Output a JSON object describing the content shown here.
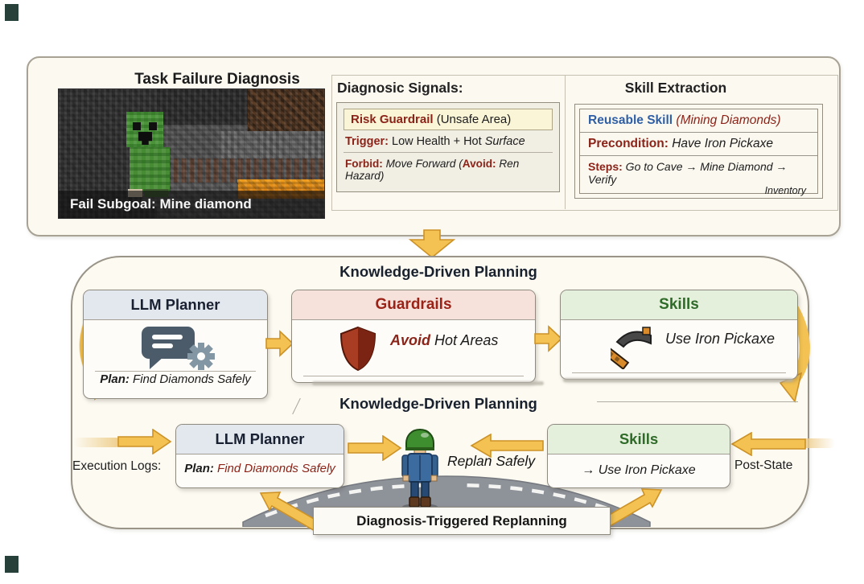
{
  "diagnosis": {
    "title": "Task Failure Diagnosis",
    "image_caption": "Fail Subgoal: Mine diamond",
    "signals": {
      "heading": "Diagnosic Signals:",
      "risk_label": "Risk Guardrail",
      "risk_detail": " (Unsafe Area)",
      "trigger_label": "Trigger:",
      "trigger_plain": " Low Health + Hot ",
      "trigger_italic": "Surface",
      "forbid_label": "Forbid:",
      "forbid_italic": " Move Forward (",
      "avoid_label": "Avoid:",
      "avoid_italic": " Ren Hazard)"
    },
    "skill_extraction": {
      "heading": "Skill Extraction",
      "reusable_label": "Reusable Skill",
      "reusable_name": " (Mining Diamonds)",
      "precondition_label": "Precondition:",
      "precondition_text": " Have Iron Pickaxe",
      "steps_label": "Steps:",
      "steps_text": " Go to Cave → Mine Diamond → Verify",
      "steps_tail": "Inventory"
    }
  },
  "planning_top": {
    "title": "Knowledge-Driven Planning",
    "planner_title": "LLM Planner",
    "plan_label": "Plan:",
    "plan_text": " Find Diamonds Safely",
    "guardrails_title": "Guardrails",
    "avoid_label": "Avoid",
    "avoid_text": " Hot Areas",
    "skills_title": "Skills",
    "skills_text": "Use Iron Pickaxe"
  },
  "planning_bottom": {
    "title": "Knowledge-Driven Planning",
    "execution_logs": "Execution Logs:",
    "planner_title": "LLM Planner",
    "plan_label": "Plan:",
    "plan_text": " Find Diamonds Safely",
    "replan": "Replan Safely",
    "skills_title": "Skills",
    "skills_text": "→ Use Iron Pickaxe",
    "post_state": "Post-State",
    "replanning": "Diagnosis-Triggered Replanning"
  },
  "colors": {
    "accent_arrow": "#F3C252",
    "danger_text": "#8C2318",
    "reusable_blue": "#2F5FA5",
    "skills_green": "#2F6B28",
    "risk_highlight_bg": "#FAF5D7",
    "planner_header_bg": "#E3E8EE",
    "guardrails_header_bg": "#F6E2DB",
    "skills_header_bg": "#E4EFDC"
  }
}
